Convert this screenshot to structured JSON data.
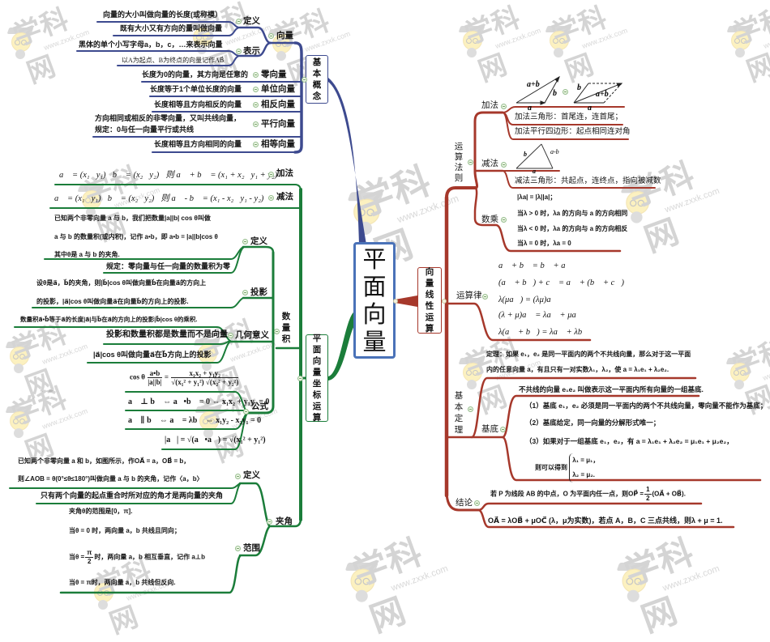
{
  "center": {
    "title": "平面向量"
  },
  "colors": {
    "basic_branch": "#3d4a8f",
    "coordinate_branch": "#1b7d3a",
    "linear_branch": "#a6382b",
    "center_border": "#4a72b8"
  },
  "watermark": {
    "brand": "学科网",
    "url": "www.zxxk.com"
  },
  "basic_concepts": {
    "label": "基本概念",
    "vector": {
      "label": "向量",
      "definition": {
        "label": "定义",
        "items": [
          "向量的大小叫做向量的长度(或称模）",
          "既有大小又有方向的量叫做向量"
        ]
      },
      "notation": {
        "label": "表示",
        "items": [
          "黑体的单个小写字母a，b，c，…来表示向量",
          "以A为起点、B为终点的向量记作AB⃗"
        ]
      }
    },
    "types": [
      {
        "label": "零向量",
        "text": "长度为0的向量，其方向是任意的"
      },
      {
        "label": "单位向量",
        "text": "长度等于1个单位长度的向量"
      },
      {
        "label": "相反向量",
        "text": "长度相等且方向相反的向量"
      },
      {
        "label": "平行向量",
        "lines": [
          "方向相同或相反的非零向量，又叫共线向量，",
          "规定：0与任一向量平行或共线"
        ]
      },
      {
        "label": "相等向量",
        "text": "长度相等且方向相同的向量"
      }
    ]
  },
  "coordinate_ops": {
    "label": "平面向量坐标运算",
    "addition": {
      "label": "加法",
      "formula": "a⃗ = (x₁，y₁)，b⃗ = (x₂，y₂)，则 a⃗ + b⃗ = (x₁ + x₂，y₁ + y₂)"
    },
    "subtraction": {
      "label": "减法",
      "formula": "a⃗ = (x₁，y₁)，b⃗ = (x₂，y₂)，则 a⃗ - b⃗ = (x₁ - x₂，y₁ - y₂)"
    },
    "dot_product": {
      "label": "数量积",
      "definition": {
        "label": "定义",
        "lines": [
          "已知两个非零向量 a 与 b，我们把数量|a||b| cos θ叫做",
          "a 与 b 的数量积(或内积)，记作 a•b，即 a•b = |a||b|cos θ",
          "其中θ是 a 与 b 的夹角."
        ],
        "rule": "规定：零向量与任一向量的数量积为零"
      },
      "projection": {
        "label": "投影",
        "lines": [
          "设θ是a⃗，b⃗的夹角，则|b⃗|cos θ叫做向量b⃗在向量a⃗的方向上",
          "的投影，|a⃗|cos θ叫做向量a⃗在向量b⃗的方向上的投影."
        ]
      },
      "geometric": {
        "label": "几何意义",
        "items": [
          "数量积a⃗•b⃗等于a⃗的长度|a⃗|与b⃗在a⃗的方向上的投影|b⃗|cos θ的乘积.",
          "投影和数量积都是数量而不是向量",
          "|a⃗|cos θ叫做向量a⃗在b⃗方向上的投影"
        ]
      },
      "formulas": {
        "label": "公式",
        "cos": {
          "lhs": "cos θ",
          "f1_num": "a•b",
          "f1_den": "|a||b|",
          "eq": "=",
          "f2_num": "x₁x₂ + y₁y₂",
          "f2_den": "√(x₁² + y₁²) √(x₂² + y₂²)"
        },
        "perpendicular": "a⃗ ⊥ b⃗ ⇔ a⃗•b⃗ = 0 ⇔ x₁x₂ + y₁y₂ = 0",
        "parallel": "a⃗ ∥ b⃗ ⇔ a⃗ = λb⃗ ⇔ x₁y₂ - x₂y₁ = 0",
        "magnitude": "|a⃗| = √(a⃗•a⃗) = √(x₁² + y₁²)"
      }
    },
    "angle": {
      "label": "夹角",
      "definition": {
        "label": "定义",
        "lines": [
          "已知两个非零向量 a 和 b，如图所示，作OA⃗ = a，OB⃗ = b，",
          "则∠AOB = θ(0°≤θ≤180°)叫做向量 a 与 b 的夹角，记作〈a，b〉"
        ],
        "note": "只有两个向量的起点重合时所对应的角才是两向量的夹角"
      },
      "range": {
        "label": "范围",
        "line1": "夹角θ的范围是[0，π].",
        "line2": "当θ = 0 时，两向量 a，b 共线且同向；",
        "line3": {
          "pre": "当θ =",
          "num": "π",
          "den": "2",
          "post": "时，两向量 a，b 相互垂直，记作 a⊥b"
        },
        "line4": "当θ = π时，两向量 a，b 共线但反向."
      }
    }
  },
  "linear_ops": {
    "label": "向量线性运算",
    "rules": {
      "label": "运算法则",
      "addition": {
        "label": "加法",
        "triangle_labels": {
          "sum": "a+b",
          "b": "b",
          "a": "a"
        },
        "parallelogram_labels": {
          "b": "b",
          "sum": "a+b",
          "a": "a"
        },
        "items": [
          "加法三角形：首尾连，连首尾；",
          "加法平行四边形：起点相同连对角"
        ]
      },
      "subtraction": {
        "label": "减法",
        "triangle_labels": {
          "b": "b",
          "diff": "a-b",
          "a": "a"
        },
        "items": [
          "减法三角形：共起点，连终点，指向被减数"
        ]
      },
      "scalar": {
        "label": "数乘",
        "items": [
          "|λa| = |λ||a|；",
          "当λ > 0 时，λa 的方向与 a 的方向相同",
          "当λ < 0 时，λa 的方向与 a 的方向相反",
          "当λ = 0 时，λa = 0"
        ]
      }
    },
    "laws": {
      "label": "运算律",
      "items": [
        "a⃗ + b⃗ = b⃗ + a⃗",
        "(a⃗ + b⃗) + c⃗ = a⃗ + (b⃗ + c⃗)",
        "λ(μa⃗) = (λμ)a⃗",
        "(λ + μ)a⃗ = λa⃗ + μa⃗；",
        "λ(a⃗ + b⃗) = λa⃗ + λb⃗"
      ]
    },
    "theorem": {
      "label": "基本定理",
      "statement": [
        "定理：如果 e₁，e₂ 是同一平面内的两个不共线向量，那么对于这一平面",
        "内的任意向量 a，有且只有一对实数λ₁，λ₂，使 a = λ₁e₁ + λ₂e₂."
      ],
      "basis": {
        "label": "基底",
        "definition": "不共线的向量 e₁e₂ 叫做表示这一平面内所有向量的一组基底.",
        "items": [
          "（1）基底 e₁，e₂ 必须是同一平面内的两个不共线向量，零向量不能作为基底；",
          "（2）基底给定，同一向量的分解形式唯一；",
          "（3）如果对于一组基底 e₁，e₂，有 a = λ₁e₁ + λ₂e₂ = μ₁e₁ + μ₂e₂，"
        ],
        "result_prefix": "则可以得到",
        "result_system": [
          "λ₁ = μ₁，",
          "λ₂ = μ₂."
        ]
      }
    },
    "conclusions": {
      "label": "结论",
      "midpoint": {
        "pre": "若 P 为线段 AB 的中点，O 为平面内任一点，则OP⃗ =",
        "num": "1",
        "den": "2",
        "post": "(OA⃗ + OB⃗)."
      },
      "collinear": "OA⃗ = λOB⃗ + μOC⃗ (λ，μ为实数)，若点 A，B，C 三点共线，则λ + μ = 1."
    }
  }
}
